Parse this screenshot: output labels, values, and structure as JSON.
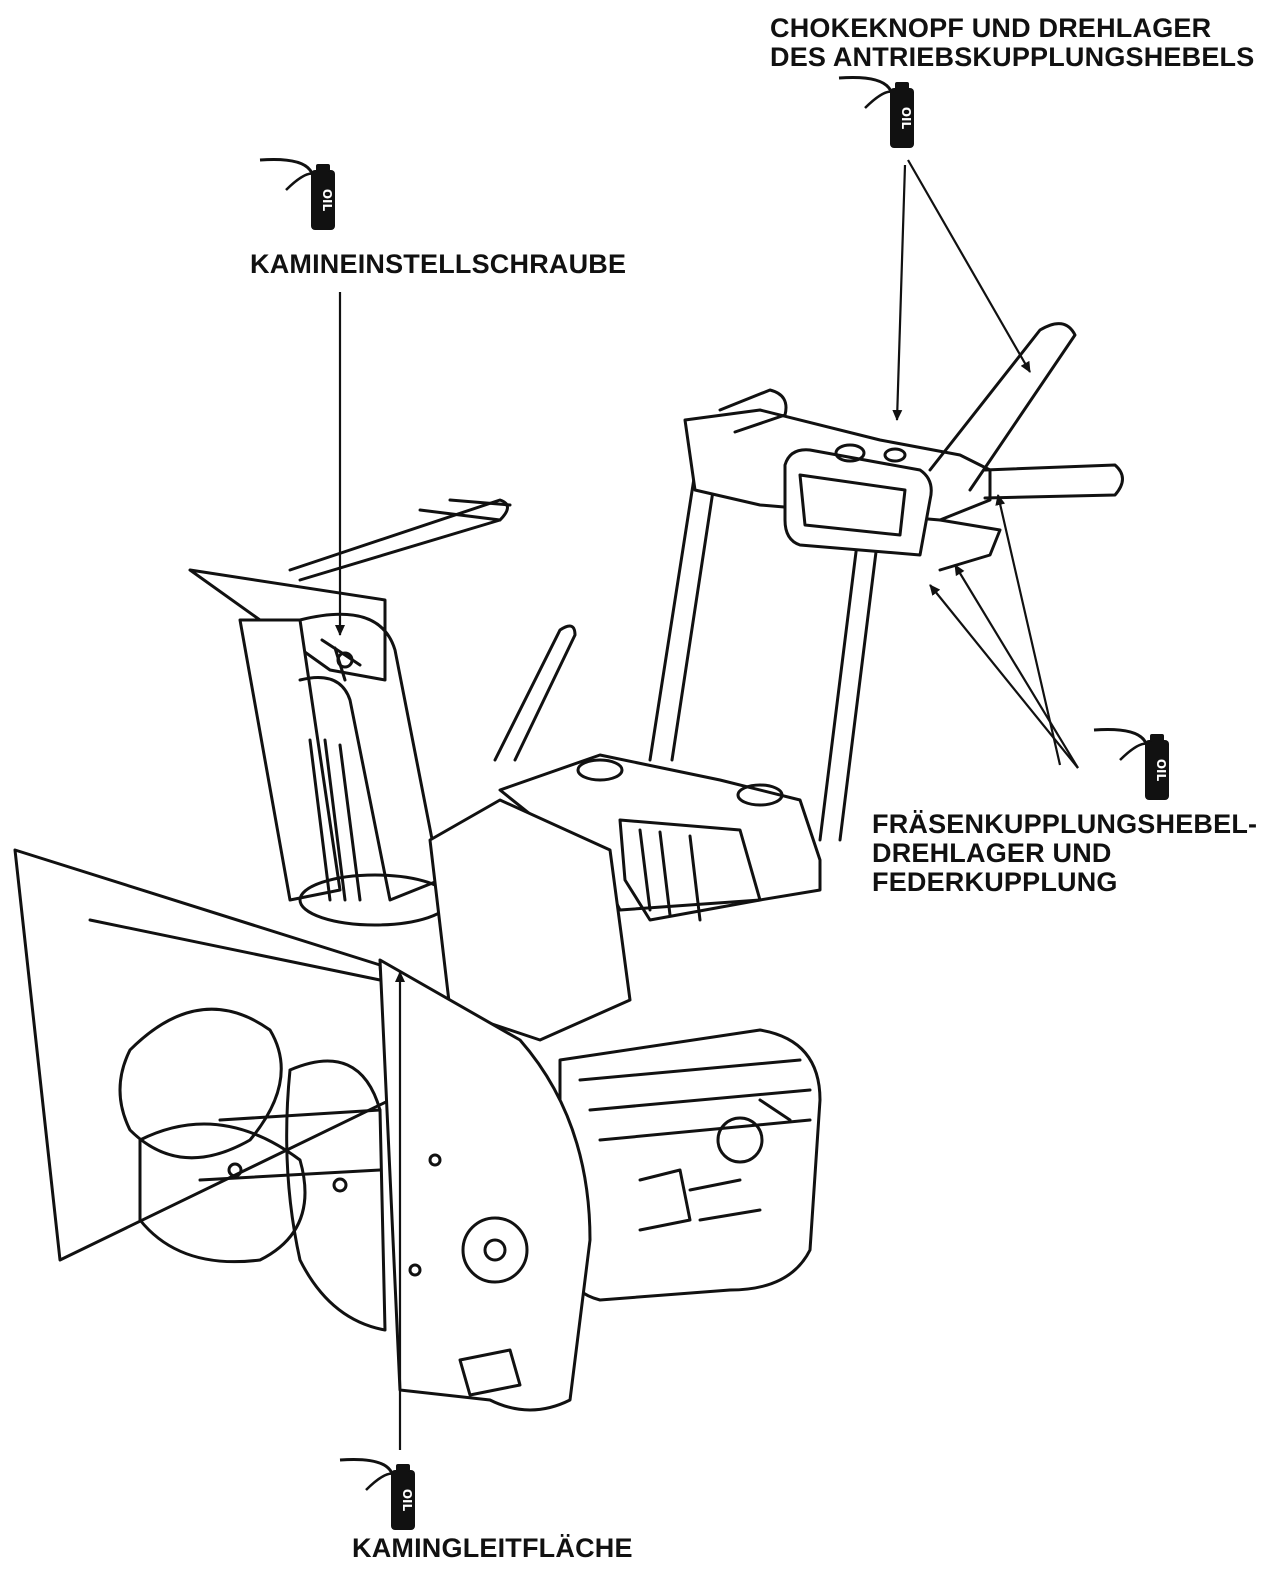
{
  "labels": {
    "choke_knob": [
      "CHOKEKNOPF UND DREHLAGER",
      "DES ANTRIEBSKUPPLUNGSHEBELS"
    ],
    "chute_screw": [
      "KAMINEINSTELLSCHRAUBE"
    ],
    "auger_clutch": [
      "FRÄSENKUPPLUNGSHEBEL-",
      "DREHLAGER UND",
      "FEDERKUPPLUNG"
    ],
    "chute_guide": [
      "KAMINGLEITFLÄCHE"
    ]
  },
  "oil_can_text": "OIL",
  "colors": {
    "ink": "#111111",
    "paper": "#ffffff"
  }
}
